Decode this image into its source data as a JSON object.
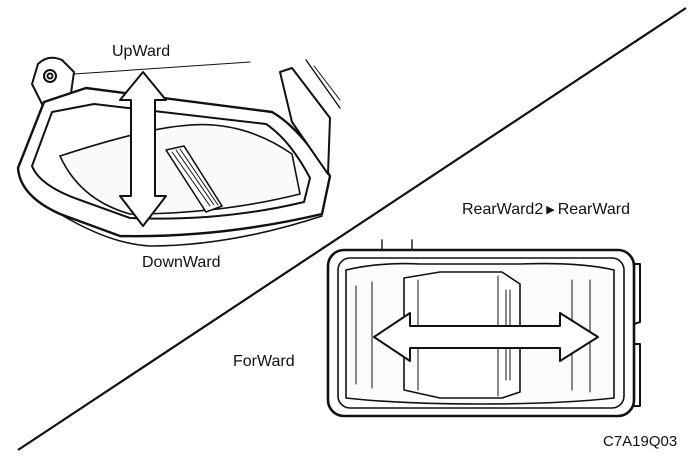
{
  "labels": {
    "upward": "UpWard",
    "downward": "DownWard",
    "rearward_from": "RearWard2",
    "rearward_arrow": "▶",
    "rearward_to": "RearWard",
    "forward": "ForWard",
    "figure_code": "C7A19Q03"
  },
  "icons": {
    "rearward_separator": "triangle-right-icon"
  },
  "colors": {
    "line": "#111111",
    "background": "#ffffff",
    "shade": "#e8e8e8"
  }
}
